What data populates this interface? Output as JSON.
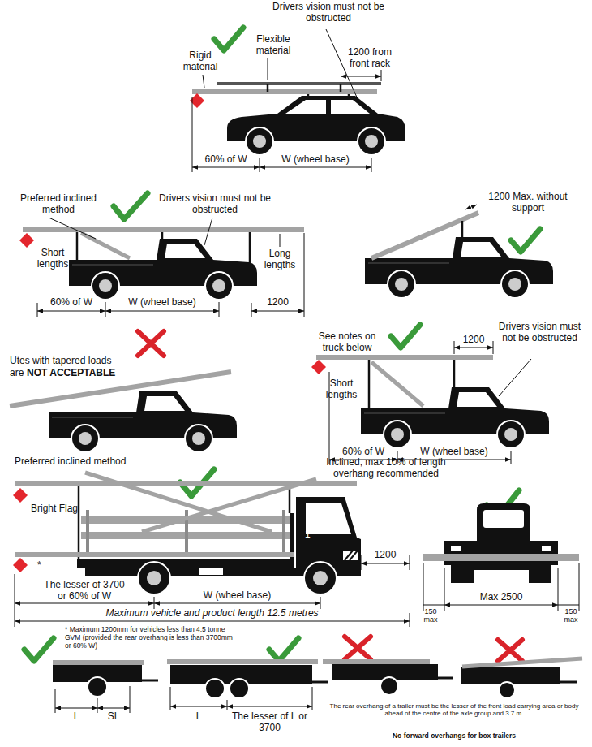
{
  "diagram": {
    "labels": [
      "Drivers vision must not be obstructed",
      "Flexible material",
      "Rigid material",
      "1200 from front rack",
      "60% of W",
      "W (wheel base)",
      "Preferred inclined method",
      "Drivers vision must not be obstructed",
      "Short lengths",
      "Long lengths",
      "60% of W",
      "W (wheel base)",
      "1200",
      "1200 Max. without support",
      "Utes with tapered loads",
      "are",
      "NOT ACCEPTABLE",
      "See notes on truck below",
      "1200",
      "Drivers vision must not be obstructed",
      "Short lengths",
      "60% of W",
      "W (wheel base)",
      "Preferred inclined method",
      "Inclined, max 10% of length overhang recommended",
      "Bright Flag",
      "*",
      "1",
      "1200",
      "The lesser of 3700 or 60% of W",
      "W (wheel base)",
      "Maximum vehicle and product length 12.5 metres",
      "150 max",
      "Max 2500",
      "150 max",
      "* Maximum 1200mm for vehicles less than 4.5 tonne GVM (provided the rear overhang is less than 3700mm or 60% W)",
      "L",
      "SL",
      "L",
      "The lesser of L or 3700",
      "The rear overhang of a trailer must be the lesser of the front load carrying area or body ahead of the centre of the axle group and 3.7 m.",
      "No forward overhangs for box trailers"
    ]
  }
}
